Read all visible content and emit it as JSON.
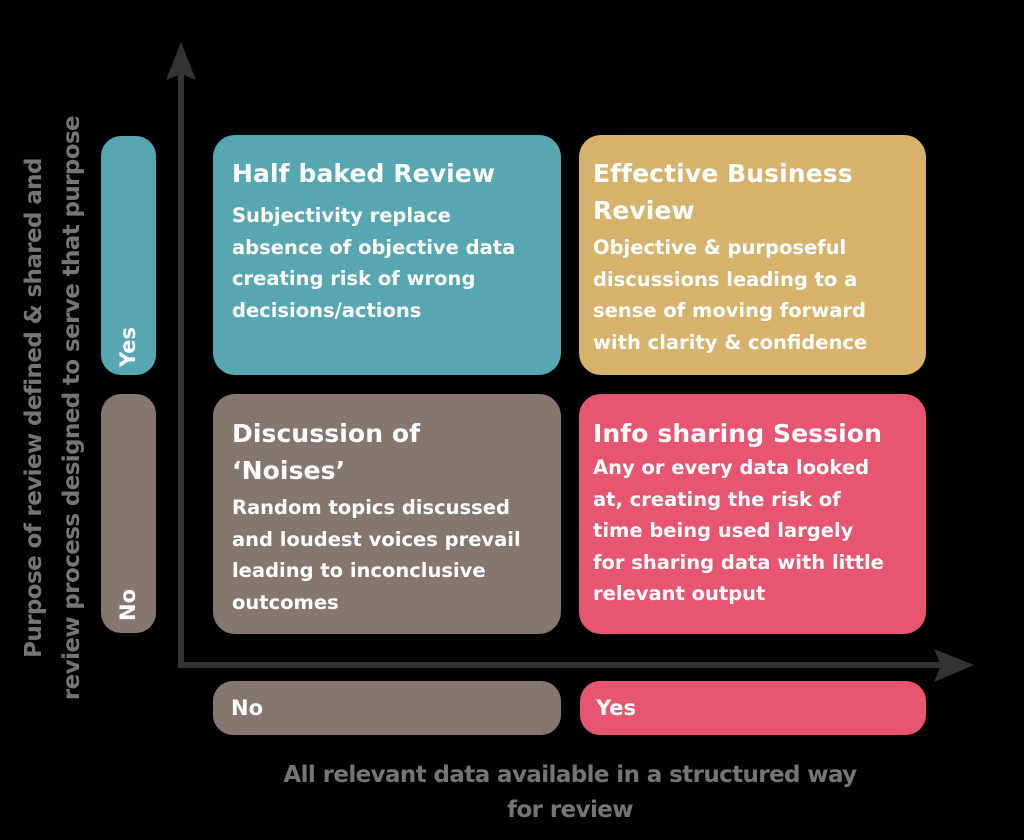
{
  "colors": {
    "background": "#000000",
    "axis": "#333333",
    "axis_title": "#757575",
    "teal": "#57a7b3",
    "gold": "#d6b26a",
    "taupe": "#857770",
    "pink": "#e85570",
    "text_on_fill": "#ffffff"
  },
  "y_axis": {
    "title_line1": "Purpose of review defined & shared and",
    "title_line2": "review process designed to serve that purpose",
    "yes_label": "Yes",
    "no_label": "No"
  },
  "x_axis": {
    "title_line1": "All relevant data available in a structured way",
    "title_line2": "for review",
    "no_label": "No",
    "yes_label": "Yes"
  },
  "quadrants": {
    "top_left": {
      "title": "Half baked Review",
      "body_lines": [
        "Subjectivity replace",
        "absence of objective data",
        "creating risk of wrong",
        "decisions/actions"
      ]
    },
    "top_right": {
      "title_lines": [
        "Effective Business",
        "Review"
      ],
      "body_lines": [
        "Objective & purposeful",
        "discussions leading to a",
        "sense of moving forward",
        "with clarity & confidence"
      ]
    },
    "bottom_left": {
      "title_lines": [
        "Discussion of",
        "‘Noises’"
      ],
      "body_lines": [
        "Random topics discussed",
        "and loudest voices prevail",
        "leading to inconclusive",
        "outcomes"
      ]
    },
    "bottom_right": {
      "title": "Info sharing Session",
      "body_lines": [
        "Any or every data looked",
        "at, creating the risk of",
        "time being used largely",
        "for sharing data with little",
        "relevant output"
      ]
    }
  }
}
